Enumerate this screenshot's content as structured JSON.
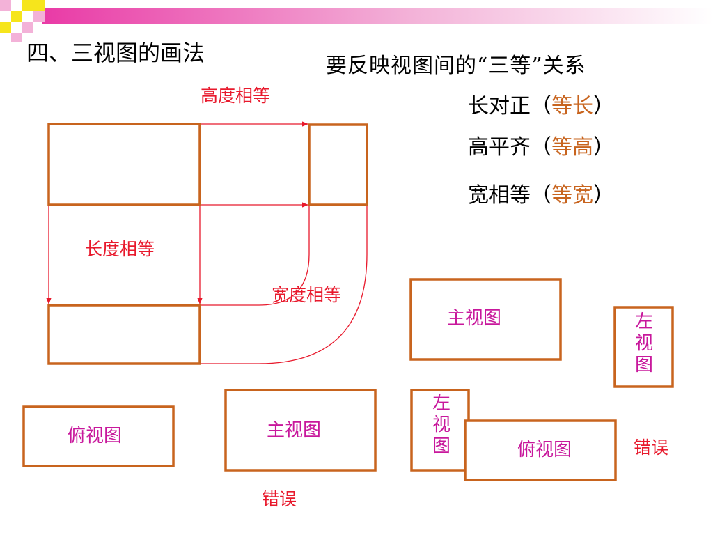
{
  "slide": {
    "heading": "四、三视图的画法",
    "subtitle": "要反映视图间的“三等”关系",
    "relations": [
      {
        "term": "长对正（",
        "highlight": "等长",
        "close": "）"
      },
      {
        "term": "高平齐（",
        "highlight": "等高",
        "close": "）"
      },
      {
        "term": "宽相等（",
        "highlight": "等宽",
        "close": "）"
      }
    ],
    "colors": {
      "box_stroke": "#c8641e",
      "thin_line": "#e8192c",
      "label_red": "#e8192c",
      "view_label": "#c8189c",
      "highlight": "#c8641e",
      "banner_pink": "#f3b2d8",
      "banner_yellow": "#f6e51c"
    }
  },
  "diagram": {
    "labels": {
      "height_equal": "高度相等",
      "length_equal": "长度相等",
      "width_equal": "宽度相等"
    }
  },
  "correct_layout": {
    "front_view": "主视图",
    "left_view": [
      "左",
      "视",
      "图"
    ]
  },
  "wrong_layouts": [
    {
      "top_view": "俯视图",
      "front_view": "主视图",
      "error": "错误"
    },
    {
      "left_view": [
        "左",
        "视",
        "图"
      ],
      "top_view": "俯视图",
      "error": "错误"
    }
  ]
}
